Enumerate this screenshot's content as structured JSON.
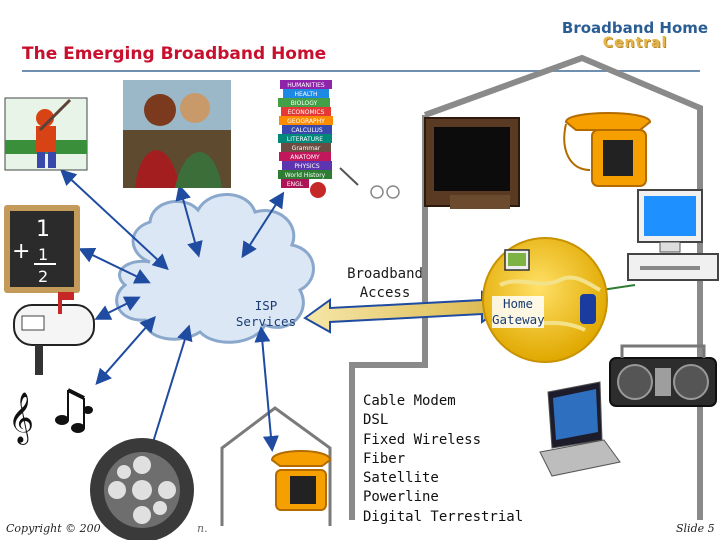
{
  "slide": {
    "title": "The Emerging Broadband Home",
    "logo": {
      "line1": "Broadband Home",
      "line2": "Central"
    },
    "copyright": "Copyright © 200",
    "truncated_text": "n.",
    "slide_number": "Slide 5"
  },
  "diagram": {
    "isp_label": [
      "ISP",
      "Services"
    ],
    "access_label": [
      "Broadband",
      "Access"
    ],
    "gateway_label": [
      "Home",
      "Gateway"
    ],
    "access_technologies": [
      "Cable Modem",
      "DSL",
      "Fixed Wireless",
      "Fiber",
      "Satellite",
      "Powerline",
      "Digital Terrestrial"
    ],
    "book_titles": [
      "HUMANITIES",
      "HEALTH",
      "BIOLOGY",
      "ECONOMICS",
      "GEOGRAPHY",
      "CALCULUS",
      "LITERATURE",
      "Grammar",
      "ANATOMY",
      "PHYSICS",
      "World History",
      "ENGL"
    ],
    "math_board": [
      "1",
      "+",
      "1",
      "2"
    ],
    "icons": [
      "baseball-player-icon",
      "painting-icon",
      "books-icon",
      "math-chalkboard-icon",
      "mailbox-icon",
      "music-notes-icon",
      "film-reel-icon",
      "cloud-icon",
      "house-icon",
      "telephone-icon",
      "television-icon",
      "computer-icon",
      "boombox-icon",
      "laptop-icon",
      "gateway-globe-icon"
    ],
    "colors": {
      "title": "#c8102e",
      "cloud": "#d8e6f4",
      "arrow": "#1f4ba0",
      "house": "#7a7a7a",
      "access_arrow": "#e8cf78"
    }
  }
}
